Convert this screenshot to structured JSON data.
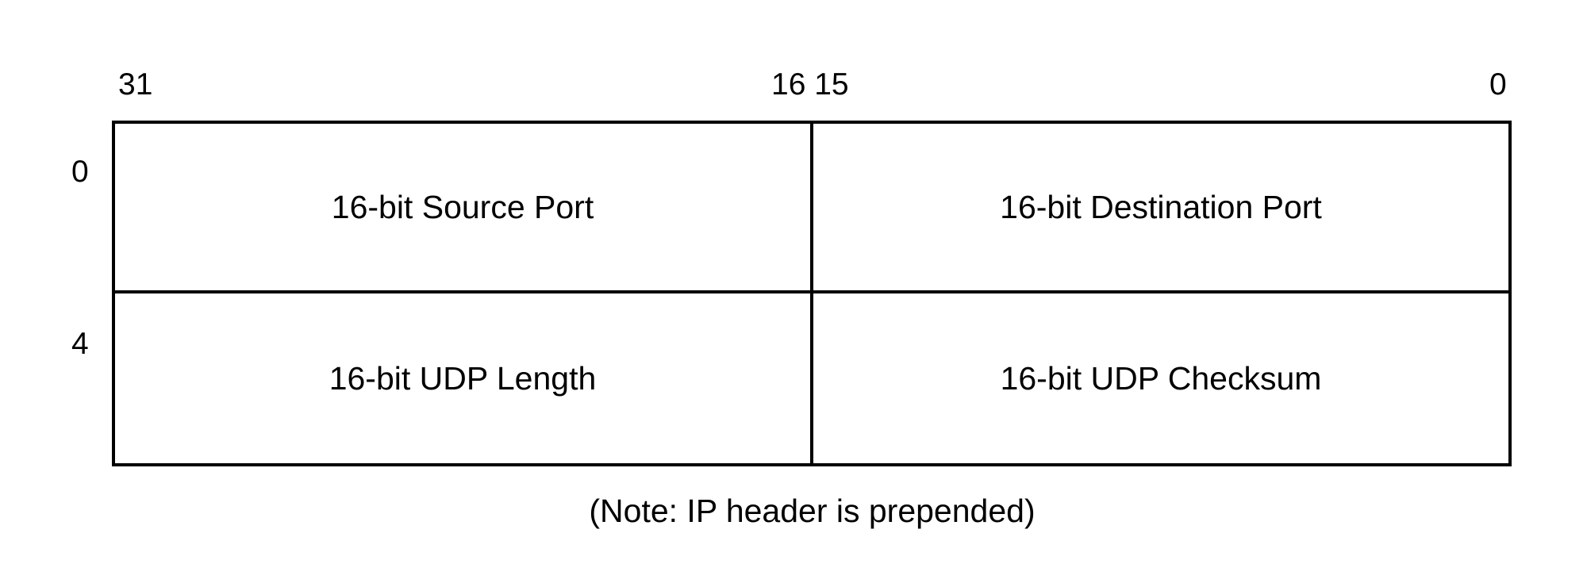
{
  "bit_labels": {
    "msb": "31",
    "middle": "16 15",
    "lsb": "0"
  },
  "byte_offsets": [
    "0",
    "4"
  ],
  "fields": [
    "16-bit Source Port",
    "16-bit Destination Port",
    "16-bit UDP Length",
    "16-bit UDP Checksum"
  ],
  "note": "(Note: IP header is prepended)"
}
